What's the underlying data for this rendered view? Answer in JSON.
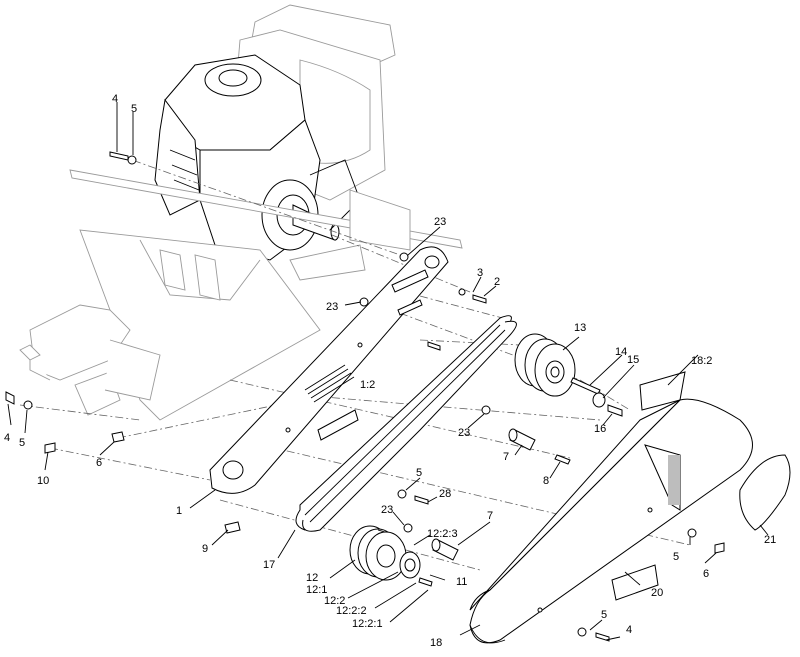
{
  "callouts": {
    "c1": "1",
    "c1_2": "1:2",
    "c2": "2",
    "c3": "3",
    "c4a": "4",
    "c4b": "4",
    "c4c": "4",
    "c5a": "5",
    "c5b": "5",
    "c5c": "5",
    "c5d": "5",
    "c5e": "5",
    "c6a": "6",
    "c6b": "6",
    "c7a": "7",
    "c7b": "7",
    "c8": "8",
    "c9": "9",
    "c10": "10",
    "c11": "11",
    "c12": "12",
    "c12_1": "12:1",
    "c12_2": "12:2",
    "c12_2_1": "12:2:1",
    "c12_2_2": "12:2:2",
    "c12_2_3": "12:2:3",
    "c13": "13",
    "c14": "14",
    "c15": "15",
    "c16": "16",
    "c17": "17",
    "c18": "18",
    "c18_2": "18:2",
    "c20": "20",
    "c21": "21",
    "c23a": "23",
    "c23b": "23",
    "c23c": "23",
    "c23d": "23",
    "c28": "28"
  },
  "colors": {
    "line": "#000000",
    "ghost": "#9a9a9a",
    "shade": "#bdbdbd"
  }
}
